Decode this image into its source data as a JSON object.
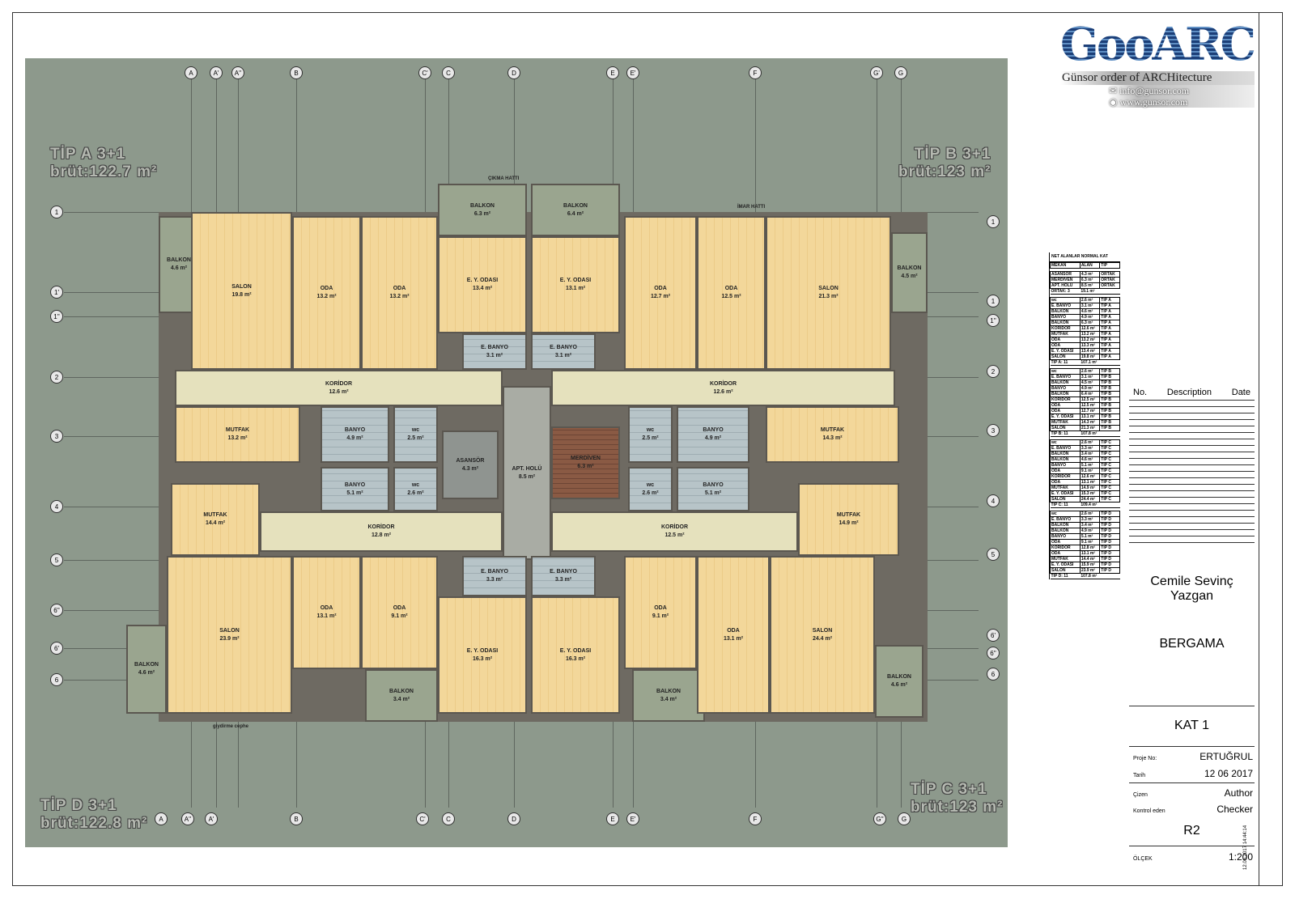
{
  "logo": {
    "mark": "GooARCH",
    "tagline": "Günsor order of ARCHitecture",
    "email": "info@gunsor.com",
    "web": "www.gunsor.com",
    "email_icon": "envelope-icon",
    "web_icon": "globe-icon",
    "brand_color": "#1f4e8a"
  },
  "plan": {
    "types": [
      {
        "name": "TİP A 3+1",
        "gross": "brüt:122.7 m²"
      },
      {
        "name": "TİP B 3+1",
        "gross": "brüt:123 m²"
      },
      {
        "name": "TİP C 3+1",
        "gross": "brüt:123 m²"
      },
      {
        "name": "TİP D 3+1",
        "gross": "brüt:122.8 m²"
      }
    ],
    "grid_top": [
      "A",
      "A'",
      "A''",
      "B",
      "C'",
      "C",
      "D",
      "E",
      "E'",
      "F",
      "G'",
      "G"
    ],
    "grid_bottom": [
      "A",
      "A''",
      "A'",
      "B",
      "C'",
      "C",
      "D",
      "E",
      "E'",
      "F",
      "G''",
      "G"
    ],
    "grid_left": [
      "1",
      "1'",
      "1''",
      "2",
      "3",
      "4",
      "5",
      "6''",
      "6'",
      "6"
    ],
    "grid_right": [
      "1",
      "1",
      "1''",
      "2",
      "3",
      "4",
      "5",
      "6'",
      "6''",
      "6"
    ],
    "rooms": [
      {
        "name": "BALKON",
        "area": "4.6 m²"
      },
      {
        "name": "SALON",
        "area": "19.8 m²"
      },
      {
        "name": "ODA",
        "area": "13.2 m²"
      },
      {
        "name": "ODA",
        "area": "13.2 m²"
      },
      {
        "name": "BALKON",
        "area": "6.3 m²"
      },
      {
        "name": "E. Y. ODASI",
        "area": "13.4 m²"
      },
      {
        "name": "E. BANYO",
        "area": "3.1 m²"
      },
      {
        "name": "BALKON",
        "area": "6.4 m²"
      },
      {
        "name": "E. Y. ODASI",
        "area": "13.1 m²"
      },
      {
        "name": "E. BANYO",
        "area": "3.1 m²"
      },
      {
        "name": "ODA",
        "area": "12.7 m²"
      },
      {
        "name": "ODA",
        "area": "12.5 m²"
      },
      {
        "name": "SALON",
        "area": "21.3 m²"
      },
      {
        "name": "BALKON",
        "area": "4.5 m²"
      },
      {
        "name": "KORİDOR",
        "area": "12.6 m²"
      },
      {
        "name": "KORİDOR",
        "area": "12.6 m²"
      },
      {
        "name": "MUTFAK",
        "area": "13.2 m²"
      },
      {
        "name": "BANYO",
        "area": "4.9 m²"
      },
      {
        "name": "wc",
        "area": "2.5 m²"
      },
      {
        "name": "ASANSÖR",
        "area": "4.3 m²"
      },
      {
        "name": "APT. HOLÜ",
        "area": "8.5 m²"
      },
      {
        "name": "MERDİVEN",
        "area": "6.3 m²"
      },
      {
        "name": "wc",
        "area": "2.5 m²"
      },
      {
        "name": "BANYO",
        "area": "4.9 m²"
      },
      {
        "name": "MUTFAK",
        "area": "14.3 m²"
      },
      {
        "name": "BANYO",
        "area": "5.1 m²"
      },
      {
        "name": "wc",
        "area": "2.6 m²"
      },
      {
        "name": "wc",
        "area": "2.6 m²"
      },
      {
        "name": "BANYO",
        "area": "5.1 m²"
      },
      {
        "name": "MUTFAK",
        "area": "14.4 m²"
      },
      {
        "name": "MUTFAK",
        "area": "14.9 m²"
      },
      {
        "name": "KORİDOR",
        "area": "12.8 m²"
      },
      {
        "name": "KORİDOR",
        "area": "12.5 m²"
      },
      {
        "name": "SALON",
        "area": "23.9 m²"
      },
      {
        "name": "ODA",
        "area": "13.1 m²"
      },
      {
        "name": "ODA",
        "area": "9.1 m²"
      },
      {
        "name": "E. BANYO",
        "area": "3.3 m²"
      },
      {
        "name": "E. Y. ODASI",
        "area": "16.3 m²"
      },
      {
        "name": "BALKON",
        "area": "3.4 m²"
      },
      {
        "name": "E. BANYO",
        "area": "3.3 m²"
      },
      {
        "name": "E. Y. ODASI",
        "area": "16.3 m²"
      },
      {
        "name": "BALKON",
        "area": "3.4 m²"
      },
      {
        "name": "ODA",
        "area": "9.1 m²"
      },
      {
        "name": "ODA",
        "area": "13.1 m²"
      },
      {
        "name": "SALON",
        "area": "24.4 m²"
      },
      {
        "name": "BALKON",
        "area": "4.6 m²"
      },
      {
        "name": "BALKON",
        "area": "4.6 m²"
      }
    ],
    "annotations": {
      "imar": "İMAR HATTI",
      "cikma": "ÇIKMA HATTI",
      "giydirme": "giydirme cephe"
    }
  },
  "area_table": {
    "title": "NET ALANLAR NORMAL KAT",
    "headers": [
      "MEKAN",
      "ALAN",
      "TİP"
    ],
    "groups": [
      {
        "rows": [
          [
            "ASANSÖR",
            "4.3 m²",
            "ORTAK"
          ],
          [
            "MERDİVEN",
            "6.3 m²",
            "ORTAK"
          ],
          [
            "APT. HOLÜ",
            "8.5 m²",
            "ORTAK"
          ]
        ],
        "total": [
          "ORTAK: 3",
          "19.1 m²"
        ]
      },
      {
        "rows": [
          [
            "wc",
            "2.6 m²",
            "TİP A"
          ],
          [
            "E. BANYO",
            "3.1 m²",
            "TİP A"
          ],
          [
            "BALKON",
            "4.6 m²",
            "TİP A"
          ],
          [
            "BANYO",
            "4.9 m²",
            "TİP A"
          ],
          [
            "BALKON",
            "6.3 m²",
            "TİP A"
          ],
          [
            "KORİDOR",
            "12.6 m²",
            "TİP A"
          ],
          [
            "MUTFAK",
            "13.2 m²",
            "TİP A"
          ],
          [
            "ODA",
            "13.2 m²",
            "TİP A"
          ],
          [
            "ODA",
            "13.3 m²",
            "TİP A"
          ],
          [
            "E. Y. ODASI",
            "13.4 m²",
            "TİP A"
          ],
          [
            "SALON",
            "19.8 m²",
            "TİP A"
          ]
        ],
        "total": [
          "TİP A: 11",
          "107.1 m²"
        ]
      },
      {
        "rows": [
          [
            "wc",
            "2.6 m²",
            "TİP B"
          ],
          [
            "E. BANYO",
            "3.1 m²",
            "TİP B"
          ],
          [
            "BALKON",
            "4.5 m²",
            "TİP B"
          ],
          [
            "BANYO",
            "4.9 m²",
            "TİP B"
          ],
          [
            "BALKON",
            "6.4 m²",
            "TİP B"
          ],
          [
            "KORİDOR",
            "12.5 m²",
            "TİP B"
          ],
          [
            "ODA",
            "12.5 m²",
            "TİP B"
          ],
          [
            "ODA",
            "12.7 m²",
            "TİP B"
          ],
          [
            "E. Y. ODASI",
            "13.1 m²",
            "TİP B"
          ],
          [
            "MUTFAK",
            "14.3 m²",
            "TİP B"
          ],
          [
            "SALON",
            "21.3 m²",
            "TİP B"
          ]
        ],
        "total": [
          "TİP B: 11",
          "107.8 m²"
        ]
      },
      {
        "rows": [
          [
            "wc",
            "2.6 m²",
            "TİP C"
          ],
          [
            "E. BANYO",
            "3.3 m²",
            "TİP C"
          ],
          [
            "BALKON",
            "3.4 m²",
            "TİP C"
          ],
          [
            "BALKON",
            "4.6 m²",
            "TİP C"
          ],
          [
            "BANYO",
            "5.1 m²",
            "TİP C"
          ],
          [
            "ODA",
            "9.1 m²",
            "TİP C"
          ],
          [
            "KORİDOR",
            "12.6 m²",
            "TİP C"
          ],
          [
            "ODA",
            "13.1 m²",
            "TİP C"
          ],
          [
            "MUTFAK",
            "14.9 m²",
            "TİP C"
          ],
          [
            "E. Y. ODASI",
            "15.3 m²",
            "TİP C"
          ],
          [
            "SALON",
            "24.4 m²",
            "TİP C"
          ]
        ],
        "total": [
          "TİP C: 11",
          "109.4 m²"
        ]
      },
      {
        "rows": [
          [
            "wc",
            "2.6 m²",
            "TİP D"
          ],
          [
            "E. BANYO",
            "3.3 m²",
            "TİP D"
          ],
          [
            "BALKON",
            "3.4 m²",
            "TİP D"
          ],
          [
            "BALKON",
            "4.9 m²",
            "TİP D"
          ],
          [
            "BANYO",
            "5.1 m²",
            "TİP D"
          ],
          [
            "ODA",
            "9.1 m²",
            "TİP D"
          ],
          [
            "KORİDOR",
            "12.8 m²",
            "TİP D"
          ],
          [
            "ODA",
            "13.1 m²",
            "TİP D"
          ],
          [
            "MUTFAK",
            "14.4 m²",
            "TİP D"
          ],
          [
            "E. Y. ODASI",
            "15.9 m²",
            "TİP D"
          ],
          [
            "SALON",
            "23.9 m²",
            "TİP D"
          ]
        ],
        "total": [
          "TİP D: 11",
          "107.8 m²"
        ]
      }
    ]
  },
  "title_block": {
    "rev_headers": [
      "No.",
      "Description",
      "Date"
    ],
    "owner": "Cemile Sevinç Yazgan",
    "location": "BERGAMA",
    "sheet_name": "KAT 1",
    "project_no_label": "Proje No:",
    "project_no": "ERTUĞRUL",
    "date_label": "Tarih",
    "date": "12 06 2017",
    "drawn_label": "Çizen",
    "drawn": "Author",
    "checked_label": "Kontrol eden",
    "checked": "Checker",
    "sheet_no": "R2",
    "scale_label": "ÖLÇEK",
    "scale": "1:200",
    "timestamp": "12.06.2017 14:44:14"
  }
}
